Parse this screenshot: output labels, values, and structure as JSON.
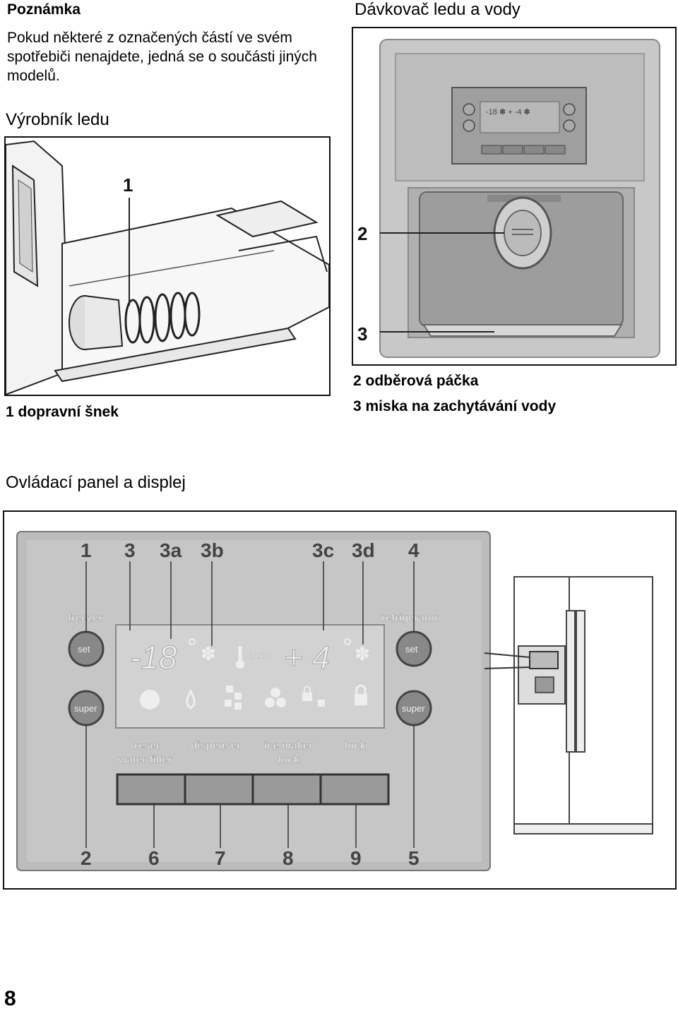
{
  "note": {
    "title": "Poznámka",
    "text": "Pokud některé z označených částí ve svém spotřebiči nenajdete, jedná se o součásti jiných modelů."
  },
  "ice_maker": {
    "title": "Výrobník ledu",
    "callout": "1",
    "caption": "1 dopravní šnek"
  },
  "dispenser": {
    "title": "Dávkovač ledu a vody",
    "callouts": [
      "2",
      "3"
    ],
    "captions": [
      "2 odběrová páčka",
      "3 miska na zachytávání vody"
    ],
    "mini_display": "-18 ✽ + -4 ✽"
  },
  "control_panel": {
    "title": "Ovládací panel a displej",
    "top_callouts": [
      "1",
      "3",
      "3a",
      "3b",
      "3c",
      "3d",
      "4"
    ],
    "bottom_callouts": [
      "2",
      "6",
      "7",
      "8",
      "9",
      "5"
    ],
    "freezer_label": "freezer",
    "refrigerator_label": "refrigerator",
    "set_label": "set",
    "super_label": "super",
    "freezer_temp": "-18",
    "fridge_temp": "+ 4",
    "auto_label": "auto",
    "button_labels": {
      "reset_1": "reset",
      "reset_2": "water filter",
      "dispenser": "dispenser",
      "ice_1": "ice maker",
      "ice_2": "lock",
      "lock": "lock"
    }
  },
  "page_number": "8"
}
